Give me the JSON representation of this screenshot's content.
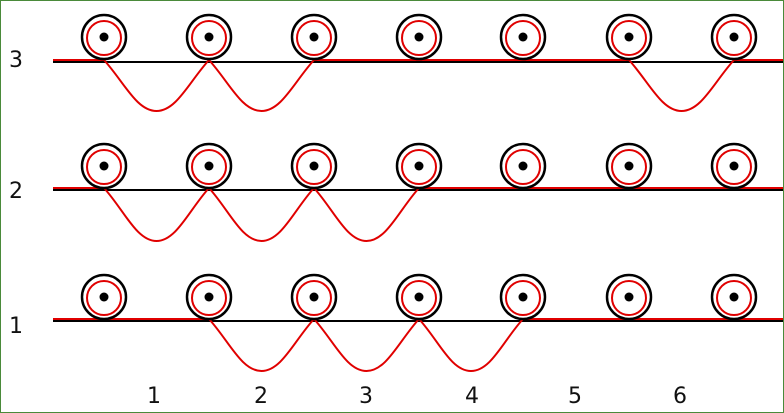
{
  "row_labels": [
    "3",
    "2",
    "1"
  ],
  "column_labels": [
    "1",
    "2",
    "3",
    "4",
    "5",
    "6"
  ],
  "rows": [
    {
      "label": "3",
      "loops_between_rollers": [
        1,
        2,
        6
      ]
    },
    {
      "label": "2",
      "loops_between_rollers": [
        1,
        2,
        3
      ]
    },
    {
      "label": "1",
      "loops_between_rollers": [
        2,
        3,
        4
      ]
    }
  ],
  "rollers_per_row": 7,
  "colors": {
    "line": "#000000",
    "wire": "#e00000",
    "border": "#4a8a3a"
  },
  "icons": {
    "roller": "roller-icon",
    "loop": "wire-loop"
  }
}
